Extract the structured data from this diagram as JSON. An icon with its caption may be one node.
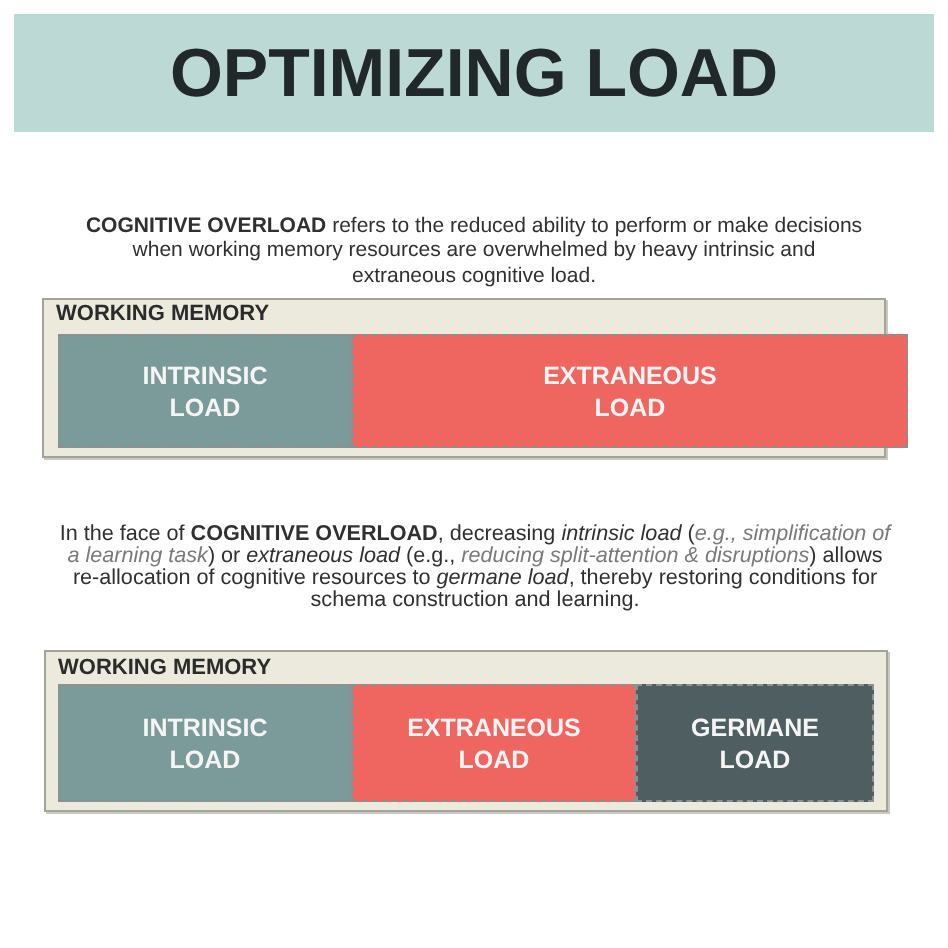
{
  "diagram": {
    "title": "OPTIMIZING LOAD",
    "nodes": [
      {
        "text": [
          "WORKING MEMORY"
        ]
      },
      {
        "text": [
          "INTRINSIC LOAD"
        ],
        "in": 0
      },
      {
        "text": [
          "EXTRANEOUS LOAD"
        ],
        "in": 0
      },
      {
        "text": [
          "WORKING MEMORY"
        ]
      },
      {
        "text": [
          "INTRINSIC LOAD"
        ],
        "in": 3
      },
      {
        "text": [
          "EXTRANEOUS LOAD"
        ],
        "in": 3
      },
      {
        "text": [
          "GERMANE LOAD"
        ],
        "in": 3
      }
    ],
    "labels": [
      "**COGNITIVE OVERLOAD** refers to the reduced ability to perform or make decisions when working memory resources are overwhelmed by heavy intrinsic and extraneous cognitive load.",
      "In the face of **COGNITIVE OVERLOAD**, decreasing *intrinsic load* (*e.g., simplification of a learning task*) or *extraneous load* (e.g., *reducing split-attention & disruptions*) allows re-allocation of cognitive resources to *germane load*, thereby restoring conditions for schema construction and learning."
    ]
  }
}
